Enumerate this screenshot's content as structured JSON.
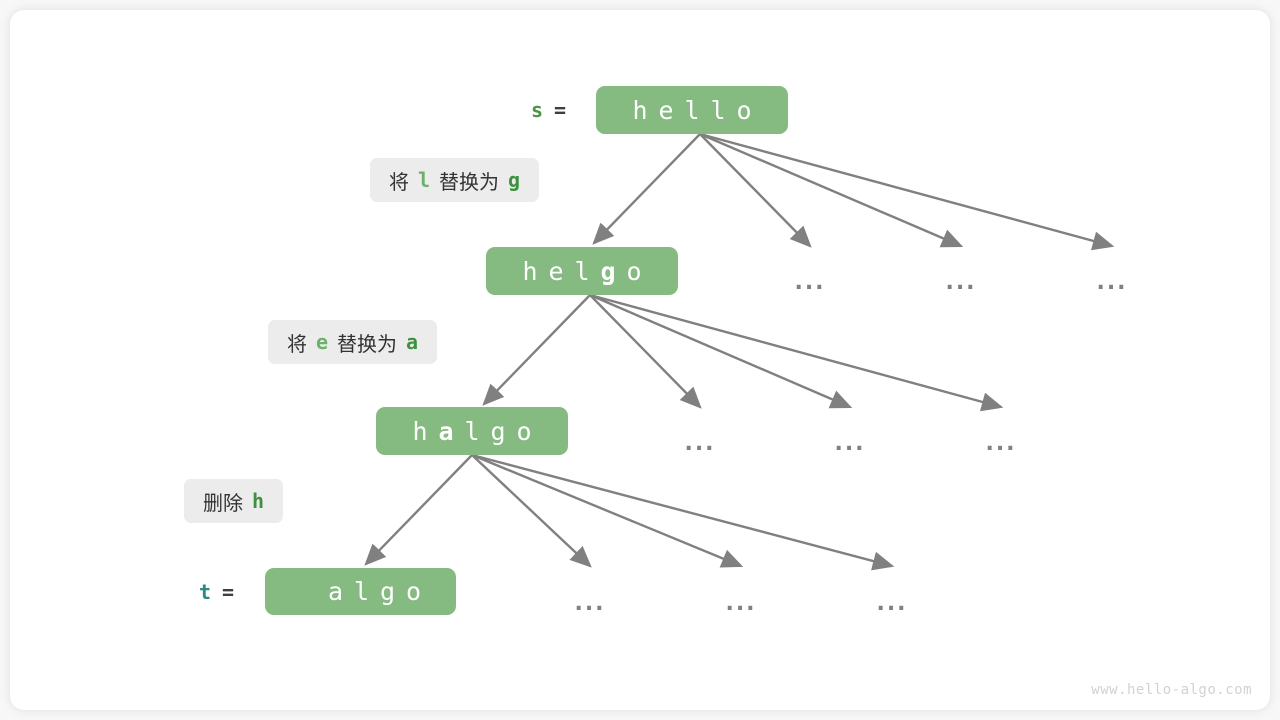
{
  "diagram": {
    "title": "edit-distance-dp-tree",
    "watermark": "www.hello-algo.com",
    "colors": {
      "box_green": "#85bb81",
      "note_gray": "#ececec",
      "arrow_gray": "#808080",
      "label_green": "#4a9349",
      "label_teal": "#2c8b86",
      "card_white": "#ffffff"
    },
    "rows": [
      {
        "id": "row-hello",
        "var_label": {
          "name": "s",
          "eq": "=",
          "color": "green"
        },
        "string": "hello",
        "chars": [
          {
            "c": "h",
            "highlight": false
          },
          {
            "c": "e",
            "highlight": false
          },
          {
            "c": "l",
            "highlight": false
          },
          {
            "c": "l",
            "highlight": false
          },
          {
            "c": "o",
            "highlight": false
          }
        ],
        "ellipses": [
          "...",
          "...",
          "..."
        ]
      },
      {
        "id": "row-helgo",
        "var_label": null,
        "string": "helgo",
        "chars": [
          {
            "c": "h",
            "highlight": false
          },
          {
            "c": "e",
            "highlight": false
          },
          {
            "c": "l",
            "highlight": false
          },
          {
            "c": "g",
            "highlight": true
          },
          {
            "c": "o",
            "highlight": false
          }
        ],
        "ellipses": [
          "...",
          "...",
          "..."
        ]
      },
      {
        "id": "row-halgo",
        "var_label": null,
        "string": "halgo",
        "chars": [
          {
            "c": "h",
            "highlight": false
          },
          {
            "c": "a",
            "highlight": true
          },
          {
            "c": "l",
            "highlight": false
          },
          {
            "c": "g",
            "highlight": false
          },
          {
            "c": "o",
            "highlight": false
          }
        ],
        "ellipses": [
          "...",
          "...",
          "..."
        ]
      },
      {
        "id": "row-algo",
        "var_label": {
          "name": "t",
          "eq": "=",
          "color": "teal"
        },
        "string": "algo",
        "chars": [
          {
            "c": "a",
            "highlight": false
          },
          {
            "c": "l",
            "highlight": false
          },
          {
            "c": "g",
            "highlight": false
          },
          {
            "c": "o",
            "highlight": false
          }
        ],
        "ellipses": [
          "...",
          "...",
          "..."
        ]
      }
    ],
    "operations": [
      {
        "id": "op-replace-l-g",
        "prefix": "将",
        "from": "l",
        "middle": "替换为",
        "to": "g"
      },
      {
        "id": "op-replace-e-a",
        "prefix": "将",
        "from": "e",
        "middle": "替换为",
        "to": "a"
      },
      {
        "id": "op-delete-h",
        "prefix": "删除",
        "from": "h",
        "middle": "",
        "to": ""
      }
    ]
  }
}
